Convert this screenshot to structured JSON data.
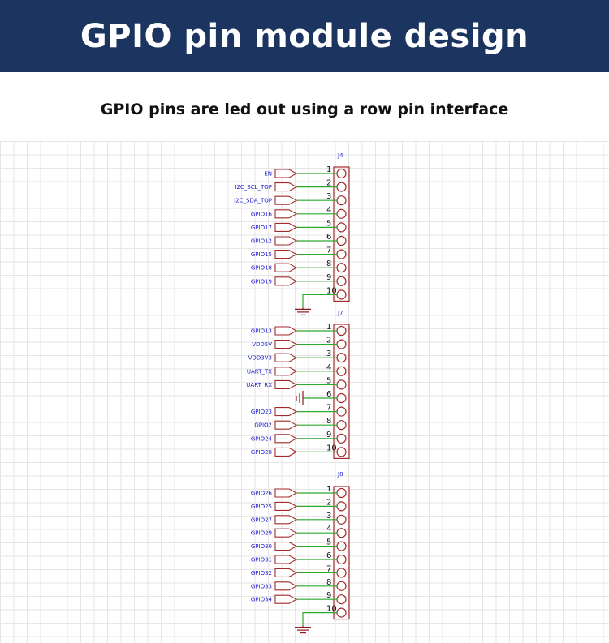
{
  "header": {
    "title": "GPIO pin module design"
  },
  "subtitle": "GPIO pins are led out using a row pin interface",
  "colors": {
    "header_bg": "#1b3560",
    "symbol": "#a52a2a",
    "wire": "#2ea82e",
    "net_label_text": "#1a1ad0",
    "ground": "#8b1a1a"
  },
  "connectors": [
    {
      "ref": "J4",
      "pins": [
        {
          "num": "1",
          "net": "EN"
        },
        {
          "num": "2",
          "net": "I2C_SCL_TOP"
        },
        {
          "num": "3",
          "net": "I2C_SDA_TOP"
        },
        {
          "num": "4",
          "net": "GPIO16"
        },
        {
          "num": "5",
          "net": "GPIO17"
        },
        {
          "num": "6",
          "net": "GPIO12"
        },
        {
          "num": "7",
          "net": "GPIO15"
        },
        {
          "num": "8",
          "net": "GPIO18"
        },
        {
          "num": "9",
          "net": "GPIO19"
        },
        {
          "num": "10",
          "net": "",
          "ground": true
        }
      ]
    },
    {
      "ref": "J7",
      "pins": [
        {
          "num": "1",
          "net": "GPIO13"
        },
        {
          "num": "2",
          "net": "VDD5V"
        },
        {
          "num": "3",
          "net": "VDD3V3"
        },
        {
          "num": "4",
          "net": "UART_TX"
        },
        {
          "num": "5",
          "net": "UART_RX"
        },
        {
          "num": "6",
          "net": "",
          "ground": true
        },
        {
          "num": "7",
          "net": "GPIO23"
        },
        {
          "num": "8",
          "net": "GPIO2"
        },
        {
          "num": "9",
          "net": "GPIO24"
        },
        {
          "num": "10",
          "net": "GPIO28"
        }
      ]
    },
    {
      "ref": "J8",
      "pins": [
        {
          "num": "1",
          "net": "GPIO26"
        },
        {
          "num": "2",
          "net": "GPIO25"
        },
        {
          "num": "3",
          "net": "GPIO27"
        },
        {
          "num": "4",
          "net": "GPIO29"
        },
        {
          "num": "5",
          "net": "GPIO30"
        },
        {
          "num": "6",
          "net": "GPIO31"
        },
        {
          "num": "7",
          "net": "GPIO32"
        },
        {
          "num": "8",
          "net": "GPIO33"
        },
        {
          "num": "9",
          "net": "GPIO34"
        },
        {
          "num": "10",
          "net": "",
          "ground": true
        }
      ]
    }
  ]
}
